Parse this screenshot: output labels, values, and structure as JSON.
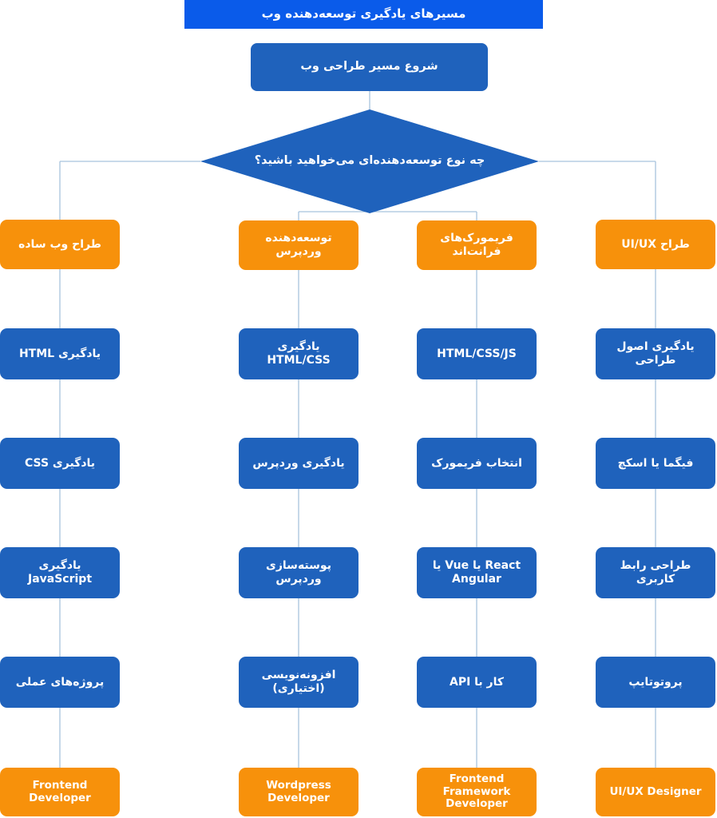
{
  "header": {
    "title": "مسیرهای یادگیری توسعه‌دهنده وب",
    "title_bar_color": "#0a5bea"
  },
  "colors": {
    "step_blue": "#1f62bc",
    "branch_orange": "#f7910b",
    "connector": "#a8c4dd",
    "text": "#ffffff",
    "background": "#ffffff"
  },
  "chart_data": {
    "type": "diagram",
    "title": "مسیرهای یادگیری توسعه‌دهنده وب",
    "direction": "rtl",
    "start": {
      "label": "شروع مسیر طراحی وب",
      "shape": "rounded-rect",
      "color": "#1f62bc"
    },
    "decision": {
      "label": "چه نوع توسعه‌دهنده‌ای می‌خواهید باشید؟",
      "shape": "diamond",
      "color": "#1f62bc"
    },
    "columns": [
      {
        "branch": "طراح وب ساده",
        "steps": [
          "یادگیری HTML",
          "یادگیری CSS",
          "یادگیری JavaScript",
          "پروژه‌های عملی"
        ],
        "outcome": "Frontend Developer"
      },
      {
        "branch": "توسعه‌دهنده وردپرس",
        "steps": [
          "یادگیری HTML/CSS",
          "یادگیری وردپرس",
          "پوسته‌سازی وردپرس",
          "افزونه‌نویسی (اختیاری)"
        ],
        "outcome": "Wordpress Developer"
      },
      {
        "branch": "فریمورک‌های فرانت‌اند",
        "steps": [
          "HTML/CSS/JS",
          "انتخاب فریمورک",
          "React یا Vue یا Angular",
          "کار با API"
        ],
        "outcome": "Frontend Framework Developer"
      },
      {
        "branch": "طراح UI/UX",
        "steps": [
          "یادگیری اصول طراحی",
          "فیگما یا اسکچ",
          "طراحی رابط کاربری",
          "پروتوتایپ"
        ],
        "outcome": "UI/UX Designer"
      }
    ]
  }
}
